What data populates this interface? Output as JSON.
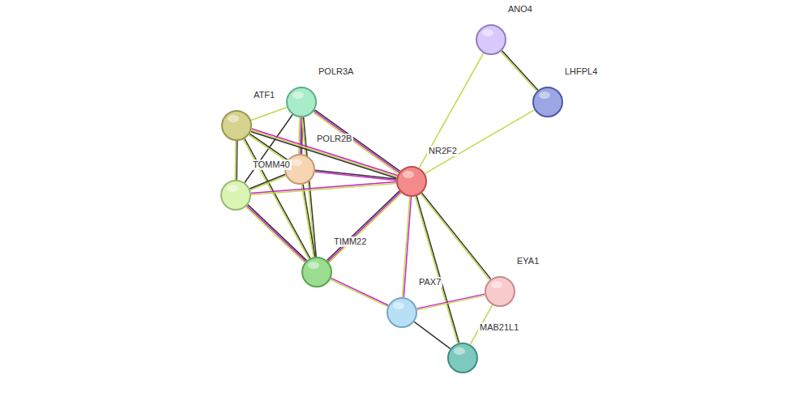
{
  "diagram": {
    "nodes": [
      {
        "text": [
          "ANO4"
        ]
      },
      {
        "text": [
          "POLR3A"
        ]
      },
      {
        "text": [
          "LHFPL4"
        ]
      },
      {
        "text": [
          "ATF1"
        ]
      },
      {
        "text": [
          "POLR2B"
        ]
      },
      {
        "text": [
          "NR2F2"
        ]
      },
      {
        "text": [
          "TOMM40"
        ]
      },
      {
        "text": [
          "TIMM22"
        ]
      },
      {
        "text": [
          "EYA1"
        ]
      },
      {
        "text": [
          "PAX7"
        ]
      },
      {
        "text": [
          "MAB21L1"
        ]
      }
    ],
    "edges": [
      {
        "from": 0,
        "to": 2,
        "arrow": "none"
      },
      {
        "from": 0,
        "to": 5,
        "arrow": "none"
      },
      {
        "from": 2,
        "to": 5,
        "arrow": "none"
      },
      {
        "from": 1,
        "to": 3,
        "arrow": "none"
      },
      {
        "from": 1,
        "to": 4,
        "arrow": "none"
      },
      {
        "from": 1,
        "to": 5,
        "arrow": "none"
      },
      {
        "from": 1,
        "to": 6,
        "arrow": "none"
      },
      {
        "from": 1,
        "to": 7,
        "arrow": "none"
      },
      {
        "from": 3,
        "to": 4,
        "arrow": "none"
      },
      {
        "from": 3,
        "to": 5,
        "arrow": "none"
      },
      {
        "from": 3,
        "to": 6,
        "arrow": "none"
      },
      {
        "from": 3,
        "to": 7,
        "arrow": "none"
      },
      {
        "from": 4,
        "to": 5,
        "arrow": "none"
      },
      {
        "from": 4,
        "to": 6,
        "arrow": "none"
      },
      {
        "from": 4,
        "to": 7,
        "arrow": "none"
      },
      {
        "from": 6,
        "to": 5,
        "arrow": "none"
      },
      {
        "from": 6,
        "to": 7,
        "arrow": "none"
      },
      {
        "from": 7,
        "to": 5,
        "arrow": "none"
      },
      {
        "from": 7,
        "to": 9,
        "arrow": "none"
      },
      {
        "from": 5,
        "to": 9,
        "arrow": "none"
      },
      {
        "from": 5,
        "to": 8,
        "arrow": "none"
      },
      {
        "from": 5,
        "to": 10,
        "arrow": "none"
      },
      {
        "from": 9,
        "to": 8,
        "arrow": "none"
      },
      {
        "from": 9,
        "to": 10,
        "arrow": "none"
      },
      {
        "from": 8,
        "to": 10,
        "arrow": "none"
      }
    ]
  }
}
